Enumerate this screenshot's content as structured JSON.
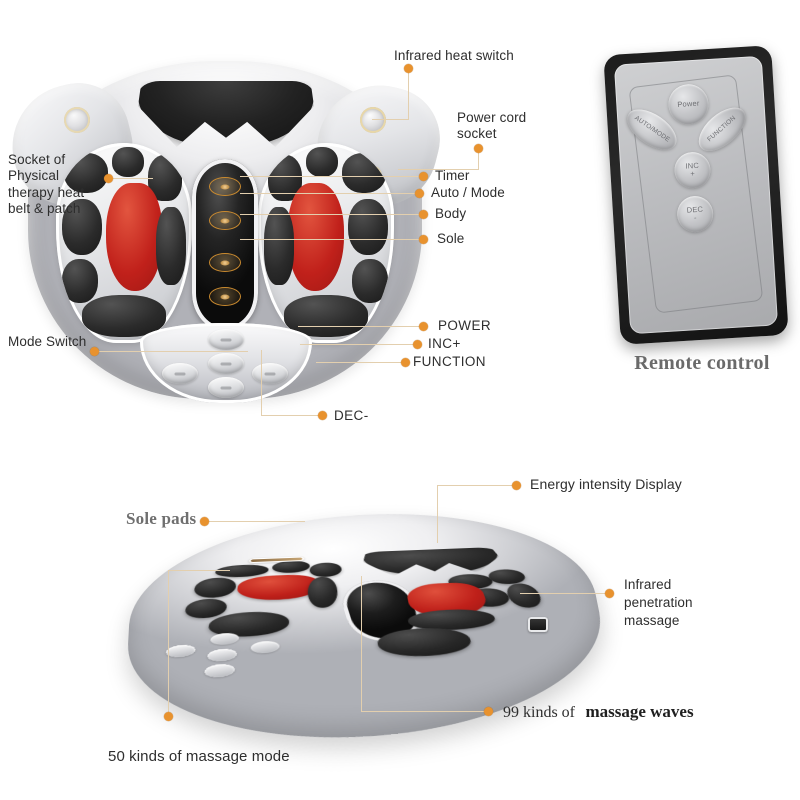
{
  "page": {
    "background": "#ffffff",
    "accent_dot_color": "#e8922e",
    "leader_line_color": "#e3cfae",
    "label_text_color": "#2e2e2e",
    "serif_label_color": "#6f6f6f"
  },
  "top_section": {
    "device_name": "foot-massager-plan-view",
    "callouts": [
      {
        "id": "socket-physical-therapy",
        "label": "Socket of Physical\ntherapy heat\nbelt & patch"
      },
      {
        "id": "infrared-heat-switch",
        "label": "Infrared heat switch"
      },
      {
        "id": "power-cord-socket",
        "label": "Power cord\nsocket"
      },
      {
        "id": "timer",
        "label": "Timer"
      },
      {
        "id": "auto-mode",
        "label": "Auto / Mode"
      },
      {
        "id": "body",
        "label": "Body"
      },
      {
        "id": "sole",
        "label": "Sole"
      },
      {
        "id": "power",
        "label": "POWER"
      },
      {
        "id": "inc-plus",
        "label": "INC+"
      },
      {
        "id": "function",
        "label": "FUNCTION"
      },
      {
        "id": "mode-switch",
        "label": "Mode Switch"
      },
      {
        "id": "dec-minus",
        "label": "DEC-"
      }
    ]
  },
  "remote": {
    "caption": "Remote control",
    "buttons": [
      {
        "id": "remote-power",
        "label": "Power"
      },
      {
        "id": "remote-auto-mode",
        "label": "AUTO/MODE"
      },
      {
        "id": "remote-function",
        "label": "FUNCTION"
      },
      {
        "id": "remote-inc",
        "label": "INC\n+"
      },
      {
        "id": "remote-dec",
        "label": "DEC\n-"
      }
    ]
  },
  "bottom_section": {
    "device_name": "foot-massager-perspective-view",
    "callouts": [
      {
        "id": "energy-intensity-display",
        "label": "Energy intensity Display"
      },
      {
        "id": "sole-pads",
        "label": "Sole pads"
      },
      {
        "id": "infrared-penetration-massage",
        "label": "Infrared\npenetration\nmassage"
      },
      {
        "id": "massage-waves-count",
        "label_prefix": "99 kinds of",
        "label_emphasis": "massage waves"
      },
      {
        "id": "massage-mode-count",
        "label": "50 kinds of massage mode"
      }
    ]
  }
}
